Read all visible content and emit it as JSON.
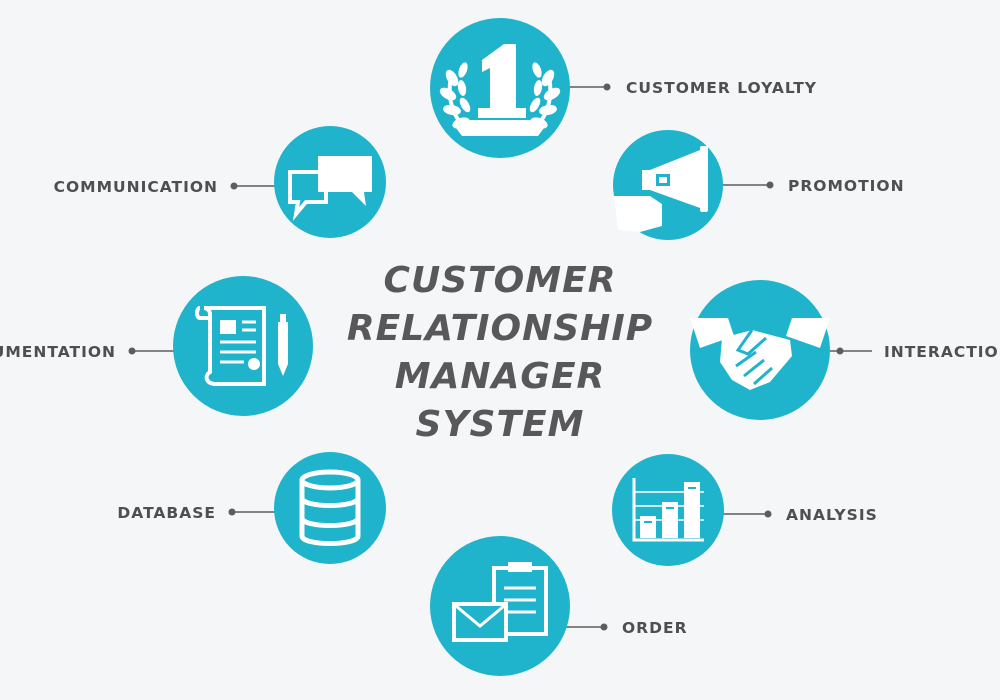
{
  "title": {
    "lines": [
      "CUSTOMER",
      "RELATIONSHIP",
      "MANAGER",
      "SYSTEM"
    ]
  },
  "colors": {
    "circle": "#1fb3cc",
    "icon": "#ffffff",
    "text": "#4d4f52",
    "background": "#f4f6f7"
  },
  "nodes": [
    {
      "id": "customer-loyalty",
      "label": "CUSTOMER LOYALTY",
      "icon": "laurel-number-one-icon"
    },
    {
      "id": "promotion",
      "label": "PROMOTION",
      "icon": "megaphone-icon"
    },
    {
      "id": "interaction",
      "label": "INTERACTION",
      "icon": "handshake-icon"
    },
    {
      "id": "analysis",
      "label": "ANALYSIS",
      "icon": "bar-chart-icon"
    },
    {
      "id": "order",
      "label": "ORDER",
      "icon": "clipboard-envelope-icon"
    },
    {
      "id": "database",
      "label": "DATABASE",
      "icon": "database-icon"
    },
    {
      "id": "documentation",
      "label": "DOCUMENTATION",
      "icon": "document-pen-icon"
    },
    {
      "id": "communication",
      "label": "COMMUNICATION",
      "icon": "speech-bubbles-icon"
    }
  ]
}
